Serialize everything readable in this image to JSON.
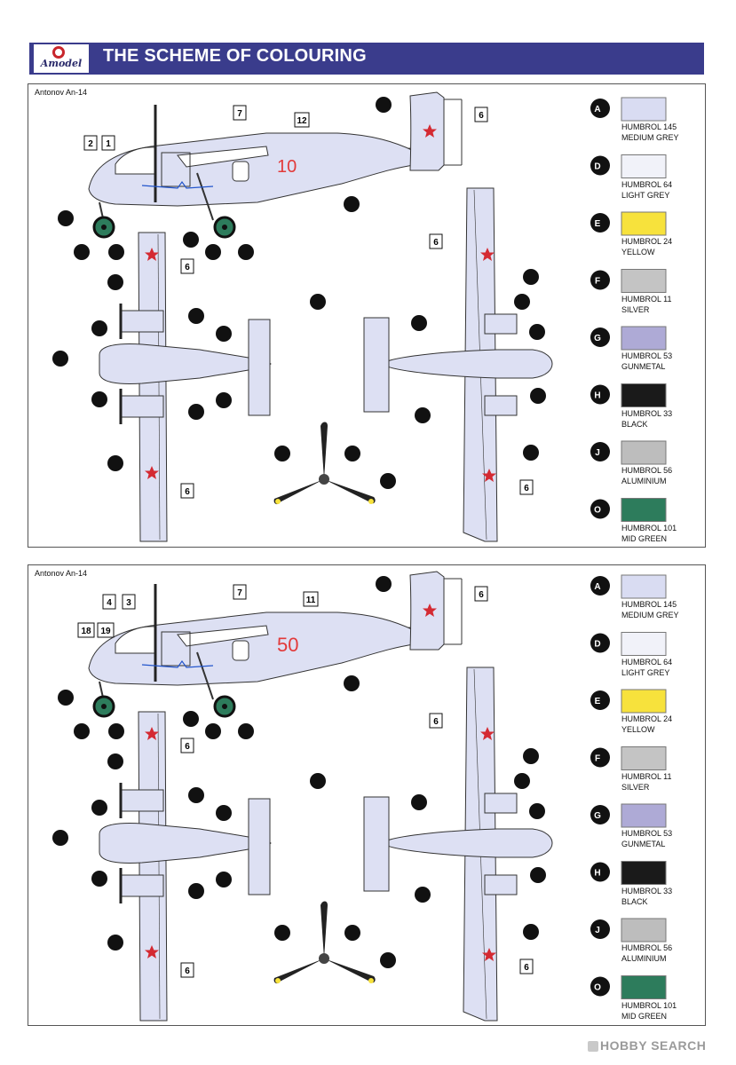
{
  "header": {
    "logo_text": "Amodel",
    "title": "THE SCHEME OF COLOURING"
  },
  "panels": [
    {
      "title": "Antonov An-14",
      "side_number": "10",
      "callouts": {
        "fuselage_decals": [
          "2",
          "1"
        ],
        "canopy_decal": "7",
        "tail_number_decal": "12",
        "star_decal": "6"
      }
    },
    {
      "title": "Antonov An-14",
      "side_number": "50",
      "callouts": {
        "fuselage_decals": [
          "4",
          "3"
        ],
        "canopy_decal": "7",
        "tail_number_decal": "11",
        "star_decal": "6",
        "extra_decals": [
          "18",
          "19"
        ]
      }
    }
  ],
  "paint_legend": [
    {
      "code": "A",
      "line1": "HUMBROL 145",
      "line2": "MEDIUM  GREY",
      "color": "#d9dcf2"
    },
    {
      "code": "D",
      "line1": "HUMBROL 64",
      "line2": "LIGHT GREY",
      "color": "#f1f2f9"
    },
    {
      "code": "E",
      "line1": "HUMBROL 24",
      "line2": "YELLOW",
      "color": "#f7e23c"
    },
    {
      "code": "F",
      "line1": "HUMBROL 11",
      "line2": "SILVER",
      "color": "#c4c4c4"
    },
    {
      "code": "G",
      "line1": "HUMBROL 53",
      "line2": "GUNMETAL",
      "color": "#aeaad6"
    },
    {
      "code": "H",
      "line1": "HUMBROL 33",
      "line2": "BLACK",
      "color": "#1a1a1a"
    },
    {
      "code": "J",
      "line1": "HUMBROL 56",
      "line2": "ALUMINIUM",
      "color": "#bdbdbd"
    },
    {
      "code": "O",
      "line1": "HUMBROL 101",
      "line2": "MID GREEN",
      "color": "#2d7c5c"
    }
  ],
  "watermark": {
    "text": "HOBBY SEARCH"
  },
  "colors": {
    "banner": "#3a3c8c",
    "aircraft": "#dde0f3",
    "outline": "#333333",
    "star": "#d42a32",
    "number": "#e23a3a"
  }
}
